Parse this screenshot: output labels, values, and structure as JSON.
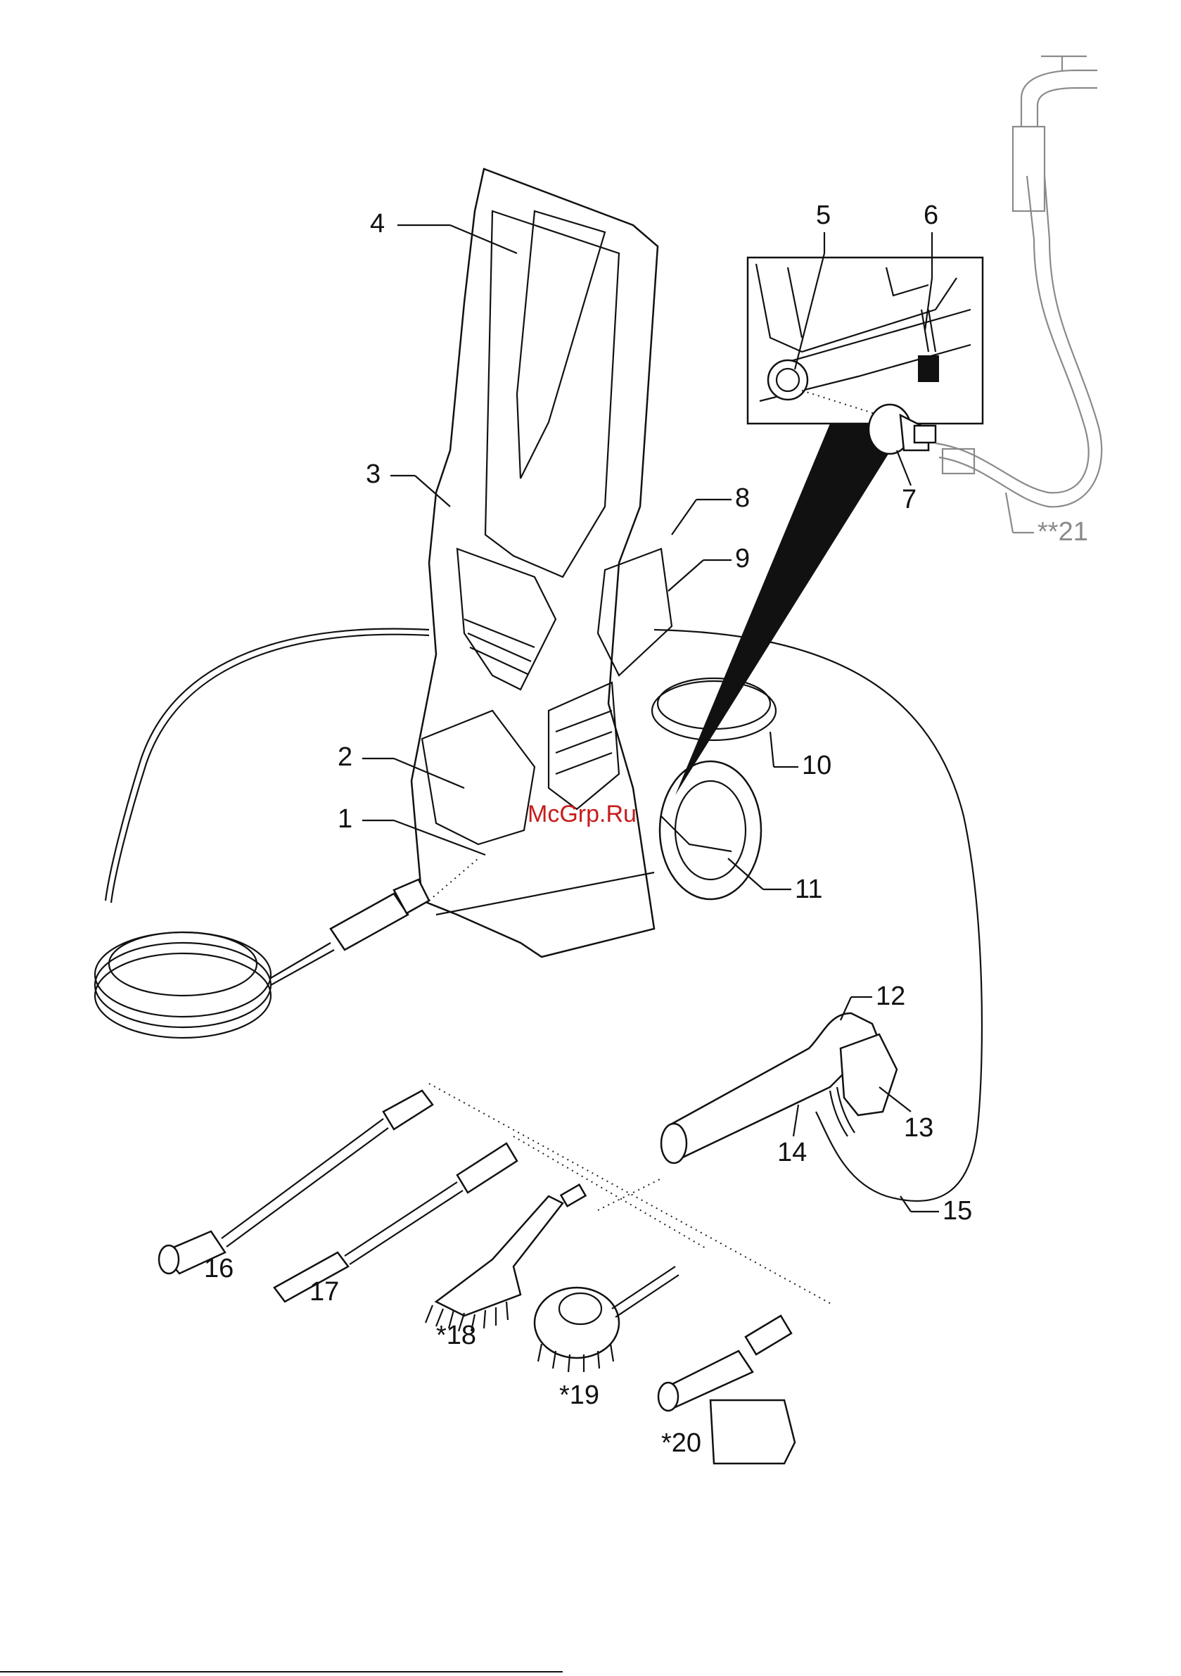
{
  "watermark": "McGrp.Ru",
  "callouts": [
    {
      "id": "1",
      "text": "1"
    },
    {
      "id": "2",
      "text": "2"
    },
    {
      "id": "3",
      "text": "3"
    },
    {
      "id": "4",
      "text": "4"
    },
    {
      "id": "5",
      "text": "5"
    },
    {
      "id": "6",
      "text": "6"
    },
    {
      "id": "7",
      "text": "7"
    },
    {
      "id": "8",
      "text": "8"
    },
    {
      "id": "9",
      "text": "9"
    },
    {
      "id": "10",
      "text": "10"
    },
    {
      "id": "11",
      "text": "11"
    },
    {
      "id": "12",
      "text": "12"
    },
    {
      "id": "13",
      "text": "13"
    },
    {
      "id": "14",
      "text": "14"
    },
    {
      "id": "15",
      "text": "15"
    },
    {
      "id": "16",
      "text": "16"
    },
    {
      "id": "17",
      "text": "17"
    },
    {
      "id": "18",
      "text": "*18"
    },
    {
      "id": "19",
      "text": "*19"
    },
    {
      "id": "20",
      "text": "*20"
    },
    {
      "id": "21",
      "text": "**21"
    }
  ],
  "colors": {
    "line": "#111111",
    "optional_part": "#8a8a8a",
    "watermark": "#c81c1c"
  }
}
